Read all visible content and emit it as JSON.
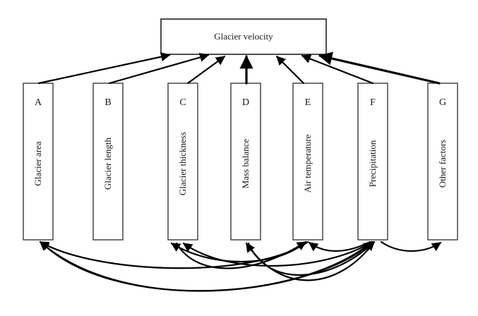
{
  "diagram": {
    "target": {
      "id": "V",
      "label": "Glacier velocity"
    },
    "factors": [
      {
        "id": "A",
        "letter": "A",
        "label": "Glacier area"
      },
      {
        "id": "B",
        "letter": "B",
        "label": "Glacier length"
      },
      {
        "id": "C",
        "letter": "C",
        "label": "Glacier thickness"
      },
      {
        "id": "D",
        "letter": "D",
        "label": "Mass balance"
      },
      {
        "id": "E",
        "letter": "E",
        "label": "Air temperature"
      },
      {
        "id": "F",
        "letter": "F",
        "label": "Precipitation"
      },
      {
        "id": "G",
        "letter": "G",
        "label": "Other factors"
      }
    ],
    "edges_to_target": [
      {
        "from": "A",
        "to": "V"
      },
      {
        "from": "B",
        "to": "V"
      },
      {
        "from": "C",
        "to": "V"
      },
      {
        "from": "D",
        "to": "V"
      },
      {
        "from": "E",
        "to": "V"
      },
      {
        "from": "F",
        "to": "V"
      },
      {
        "from": "G",
        "to": "V"
      }
    ],
    "interaction_edges": [
      {
        "from": "E",
        "to": "A"
      },
      {
        "from": "F",
        "to": "A"
      },
      {
        "from": "E",
        "to": "C"
      },
      {
        "from": "F",
        "to": "C"
      },
      {
        "from": "F",
        "to": "D"
      },
      {
        "from": "C",
        "to": "E"
      },
      {
        "from": "F",
        "to": "E"
      },
      {
        "from": "A",
        "to": "F"
      },
      {
        "from": "D",
        "to": "F"
      },
      {
        "from": "F",
        "to": "G"
      }
    ]
  }
}
